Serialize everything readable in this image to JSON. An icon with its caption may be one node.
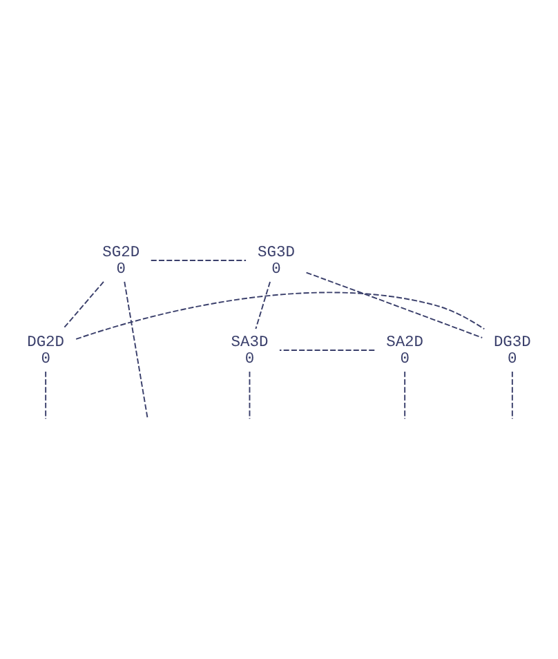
{
  "diagram": {
    "nodes": [
      {
        "text": [
          "SG2D",
          "0"
        ]
      },
      {
        "text": [
          "SG3D",
          "0"
        ]
      },
      {
        "text": [
          "DG2D",
          "0"
        ]
      },
      {
        "text": [
          "DG3D",
          "0"
        ]
      },
      {
        "text": [
          "SA2D",
          "0"
        ]
      },
      {
        "text": [
          "SA3D",
          "0"
        ]
      }
    ],
    "edges": [
      {
        "from": 0,
        "to": 1,
        "arrow": "none"
      },
      {
        "from": 0,
        "to": 2,
        "arrow": "none"
      },
      {
        "from": 0,
        "to": null,
        "arrow": "none"
      },
      {
        "from": 1,
        "to": 3,
        "arrow": "none"
      },
      {
        "from": 1,
        "to": 5,
        "arrow": "none"
      },
      {
        "from": 2,
        "to": 3,
        "arrow": "none"
      },
      {
        "from": 2,
        "to": null,
        "arrow": "none"
      },
      {
        "from": 3,
        "to": null,
        "arrow": "none"
      },
      {
        "from": 4,
        "to": 5,
        "arrow": "none"
      },
      {
        "from": 4,
        "to": null,
        "arrow": "none"
      },
      {
        "from": 5,
        "to": null,
        "arrow": "none"
      }
    ]
  }
}
